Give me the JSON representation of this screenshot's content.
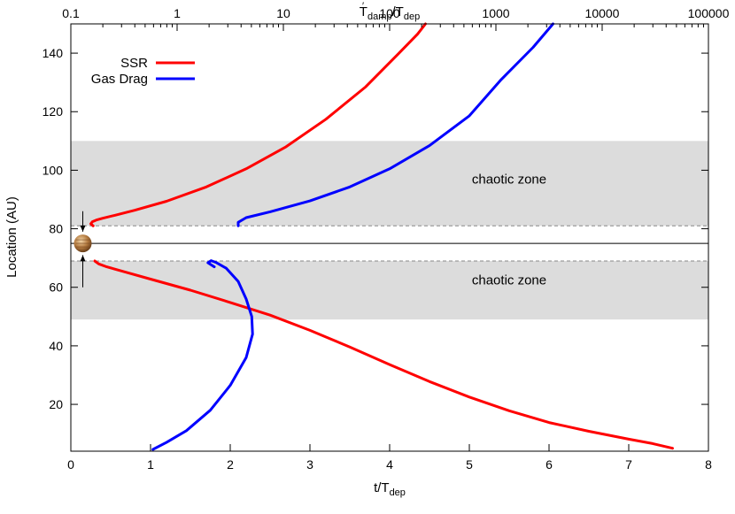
{
  "chart_data": {
    "type": "line",
    "xlabel": "t/T",
    "xlabel_sub": "dep",
    "x2label_a": "T",
    "x2label_a_sub": "damp",
    "x2label_b": "/T",
    "x2label_b_sub": "dep",
    "ylabel": "Location (AU)",
    "xlim": [
      0,
      8
    ],
    "ylim": [
      4,
      150
    ],
    "x2lim": [
      0.1,
      100000
    ],
    "x2scale": "log",
    "grid": false,
    "legend_position": "top-left",
    "xticks": [
      0,
      1,
      2,
      3,
      4,
      5,
      6,
      7,
      8
    ],
    "yticks": [
      20,
      40,
      60,
      80,
      100,
      120,
      140
    ],
    "x2ticks": [
      {
        "value": 0.1,
        "label": "0.1"
      },
      {
        "value": 1,
        "label": "1"
      },
      {
        "value": 10,
        "label": "10"
      },
      {
        "value": 100,
        "label": "100"
      },
      {
        "value": 1000,
        "label": "1000"
      },
      {
        "value": 10000,
        "label": "10000"
      },
      {
        "value": 100000,
        "label": "100000"
      }
    ],
    "shaded_regions": [
      {
        "y": [
          81,
          110
        ],
        "label": "chaotic zone",
        "color": "#dcdcdc"
      },
      {
        "y": [
          49,
          69
        ],
        "label": "chaotic zone",
        "color": "#dcdcdc"
      }
    ],
    "boundaries": [
      {
        "y": 81,
        "style": "dashed",
        "color": "#888888"
      },
      {
        "y": 69,
        "style": "dashed",
        "color": "#888888"
      }
    ],
    "planet": {
      "x": 0.15,
      "y": 75,
      "orbit_line": true
    },
    "arrows": [
      {
        "x": 0.15,
        "from_y": 86,
        "to_y": 79
      },
      {
        "x": 0.15,
        "from_y": 60,
        "to_y": 71
      }
    ],
    "series": [
      {
        "name": "SSR",
        "color": "#ff0000",
        "segments": [
          [
            [
              0.28,
              81
            ],
            [
              0.25,
              81.7
            ],
            [
              0.27,
              82.4
            ],
            [
              0.32,
              83
            ],
            [
              0.4,
              83.6
            ],
            [
              0.55,
              84.6
            ],
            [
              0.8,
              86.3
            ],
            [
              1.2,
              89.4
            ],
            [
              1.7,
              94.3
            ],
            [
              2.2,
              100.5
            ],
            [
              2.7,
              108
            ],
            [
              3.2,
              117.4
            ],
            [
              3.7,
              128.5
            ],
            [
              4.1,
              139.5
            ],
            [
              4.35,
              146.5
            ],
            [
              4.45,
              150
            ]
          ],
          [
            [
              0.3,
              69
            ],
            [
              0.35,
              68
            ],
            [
              0.45,
              67
            ],
            [
              0.7,
              65.1
            ],
            [
              1.0,
              62.8
            ],
            [
              1.5,
              59
            ],
            [
              2.0,
              54.8
            ],
            [
              2.5,
              50.5
            ],
            [
              3.0,
              45.3
            ],
            [
              3.5,
              39.6
            ],
            [
              4.0,
              33.6
            ],
            [
              4.5,
              27.8
            ],
            [
              5.0,
              22.5
            ],
            [
              5.5,
              17.8
            ],
            [
              6.0,
              13.8
            ],
            [
              6.5,
              10.8
            ],
            [
              7.0,
              8.1
            ],
            [
              7.3,
              6.6
            ],
            [
              7.55,
              5
            ]
          ]
        ]
      },
      {
        "name": "Gas Drag",
        "color": "#0000ff",
        "segments": [
          [
            [
              2.1,
              81
            ],
            [
              2.1,
              82.2
            ],
            [
              2.2,
              83.8
            ],
            [
              2.5,
              85.8
            ],
            [
              3.0,
              89.5
            ],
            [
              3.5,
              94.3
            ],
            [
              4.0,
              100.5
            ],
            [
              4.5,
              108.4
            ],
            [
              5.0,
              118.6
            ],
            [
              5.4,
              131
            ],
            [
              5.8,
              142
            ],
            [
              6.05,
              150
            ]
          ],
          [
            [
              1.8,
              67
            ],
            [
              1.72,
              68.4
            ],
            [
              1.76,
              69.1
            ],
            [
              1.82,
              68.5
            ],
            [
              1.95,
              66.5
            ],
            [
              2.1,
              62
            ],
            [
              2.2,
              56
            ],
            [
              2.27,
              50
            ],
            [
              2.28,
              44
            ],
            [
              2.2,
              36
            ],
            [
              2.0,
              26.5
            ],
            [
              1.75,
              18
            ],
            [
              1.45,
              11
            ],
            [
              1.2,
              7
            ],
            [
              1.03,
              4.6
            ]
          ]
        ]
      }
    ],
    "annotations": [
      {
        "text": "chaotic zone",
        "x": 5.5,
        "y": 95.5
      },
      {
        "text": "chaotic zone",
        "x": 5.5,
        "y": 61
      }
    ]
  }
}
